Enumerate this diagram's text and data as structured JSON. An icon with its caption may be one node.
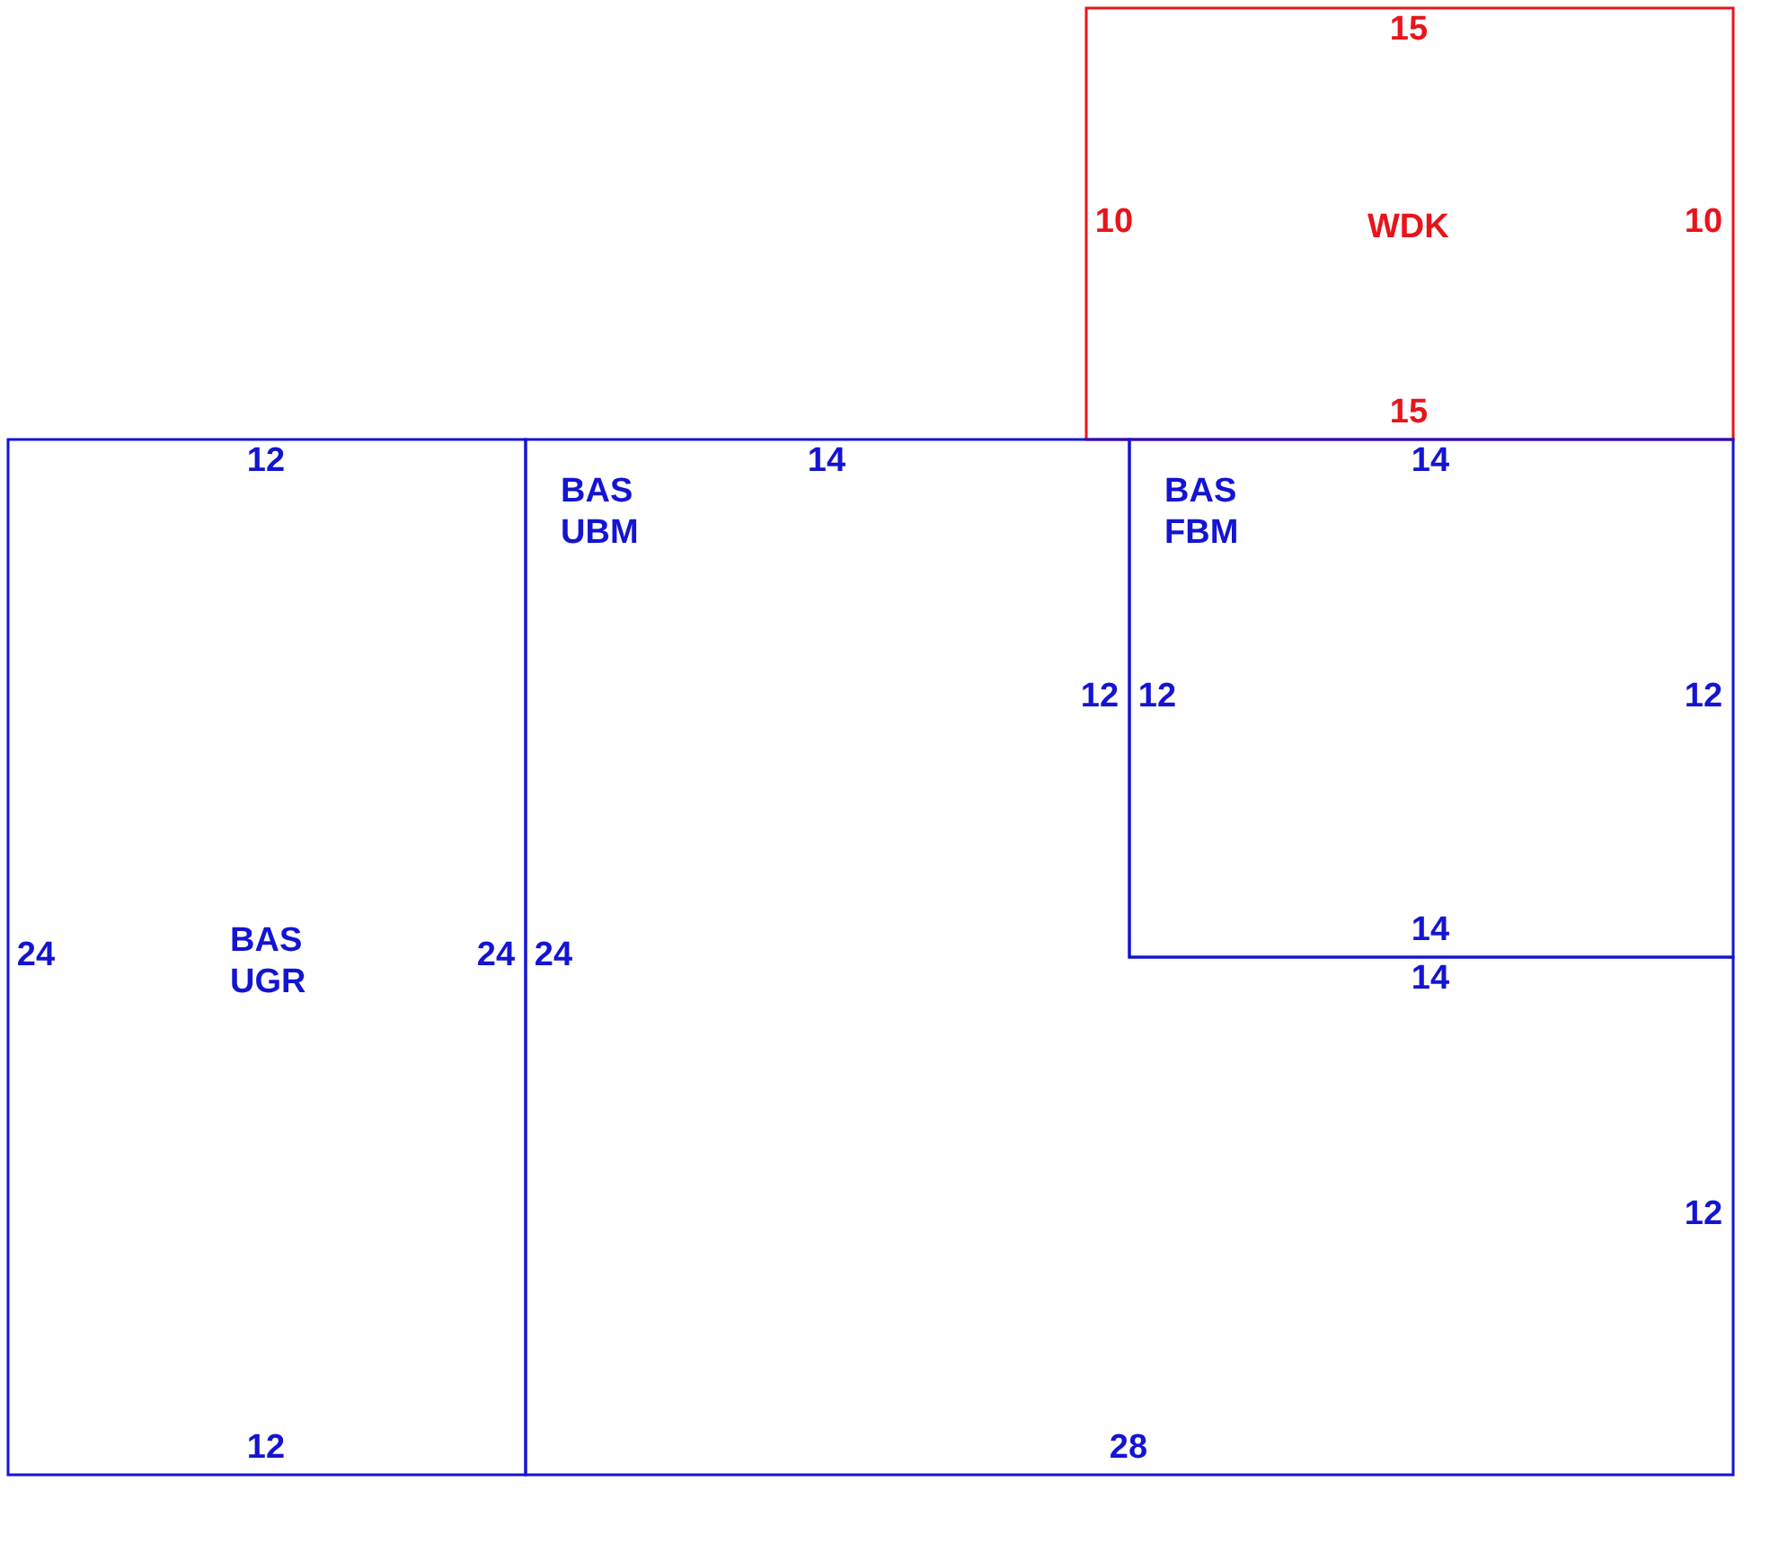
{
  "diagram": {
    "nodes": [
      {
        "text": [
          "WDK"
        ]
      },
      {
        "text": [
          "BAS UGR"
        ]
      },
      {
        "text": [
          "BAS UBM"
        ]
      },
      {
        "text": [
          "BAS FBM"
        ]
      }
    ],
    "labels": [
      "15",
      "10",
      "10",
      "15",
      "12",
      "14",
      "14",
      "12",
      "12",
      "12",
      "24",
      "24",
      "24",
      "14",
      "14",
      "12",
      "12",
      "28"
    ]
  }
}
